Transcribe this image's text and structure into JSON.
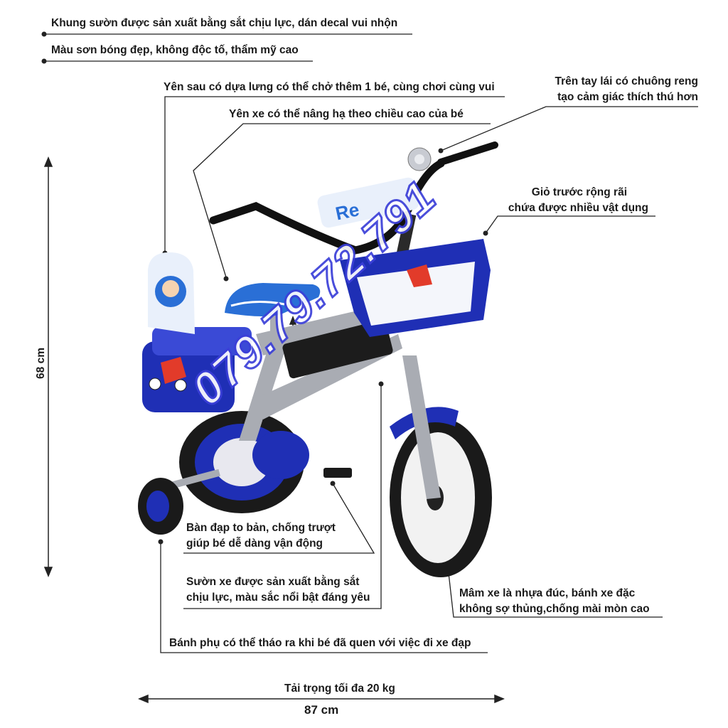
{
  "features": {
    "frame_material": "Khung sườn được sản xuất bằng sắt chịu lực, dán decal vui nhộn",
    "paint": "Màu sơn bóng đẹp, không độc tố, thẩm mỹ cao",
    "rear_seat": "Yên sau có dựa lưng có thể chở thêm 1 bé, cùng chơi cùng vui",
    "seat_height": "Yên xe có thể nâng hạ theo chiều cao của bé",
    "bell_line1": "Trên tay lái có chuông reng",
    "bell_line2": "tạo cảm giác thích thú hơn",
    "basket_line1": "Giỏ trước rộng rãi",
    "basket_line2": "chứa được nhiều vật dụng",
    "pedal_line1": "Bàn đạp to bản, chống trượt",
    "pedal_line2": "giúp bé dễ dàng vận động",
    "frame_line1": "Sườn xe được sản xuất bằng sắt",
    "frame_line2": "chịu lực, màu sắc nổi bật đáng yêu",
    "wheel_line1": "Mâm xe là nhựa đúc, bánh xe đặc",
    "wheel_line2": "không sợ thủng,chống mài mòn cao",
    "training_wheels": "Bánh phụ có thể tháo ra khi bé đã quen với việc đi xe đạp"
  },
  "dimensions": {
    "height": "68 cm",
    "length": "87 cm",
    "max_load": "Tải trọng tối đa 20 kg"
  },
  "watermark": "079.79.72.791",
  "colors": {
    "frame": "#a9acb3",
    "accent_blue": "#1f2fb5",
    "tire": "#1a1a1a",
    "rim": "#f2f2f2"
  }
}
